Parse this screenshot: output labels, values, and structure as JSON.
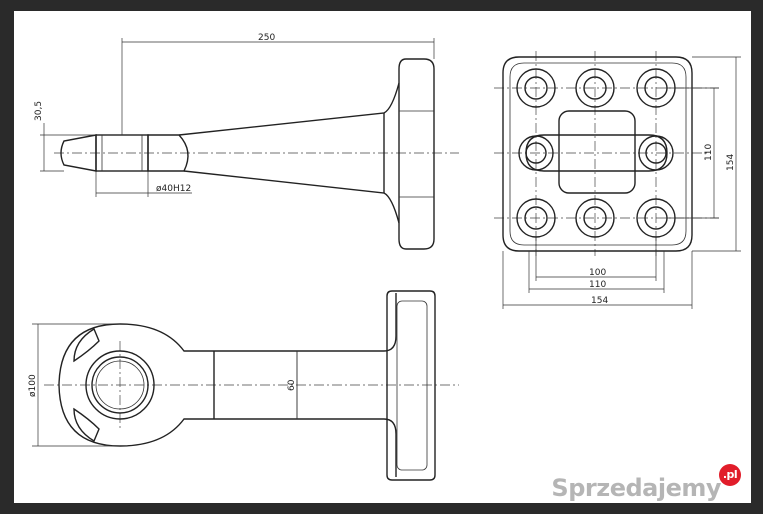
{
  "drawing": {
    "dims": {
      "d250": "250",
      "d30_5": "30,5",
      "d40h12": "ø40H12",
      "d110_v": "110",
      "d154_v": "154",
      "d100_h": "100",
      "d110_h": "110",
      "d154_h": "154",
      "d100_dia": "ø100",
      "d60": "60"
    }
  },
  "watermark": {
    "brand": "Sprzedajemy",
    "badge": ".pl",
    "brand_color": "#e11d2a"
  }
}
